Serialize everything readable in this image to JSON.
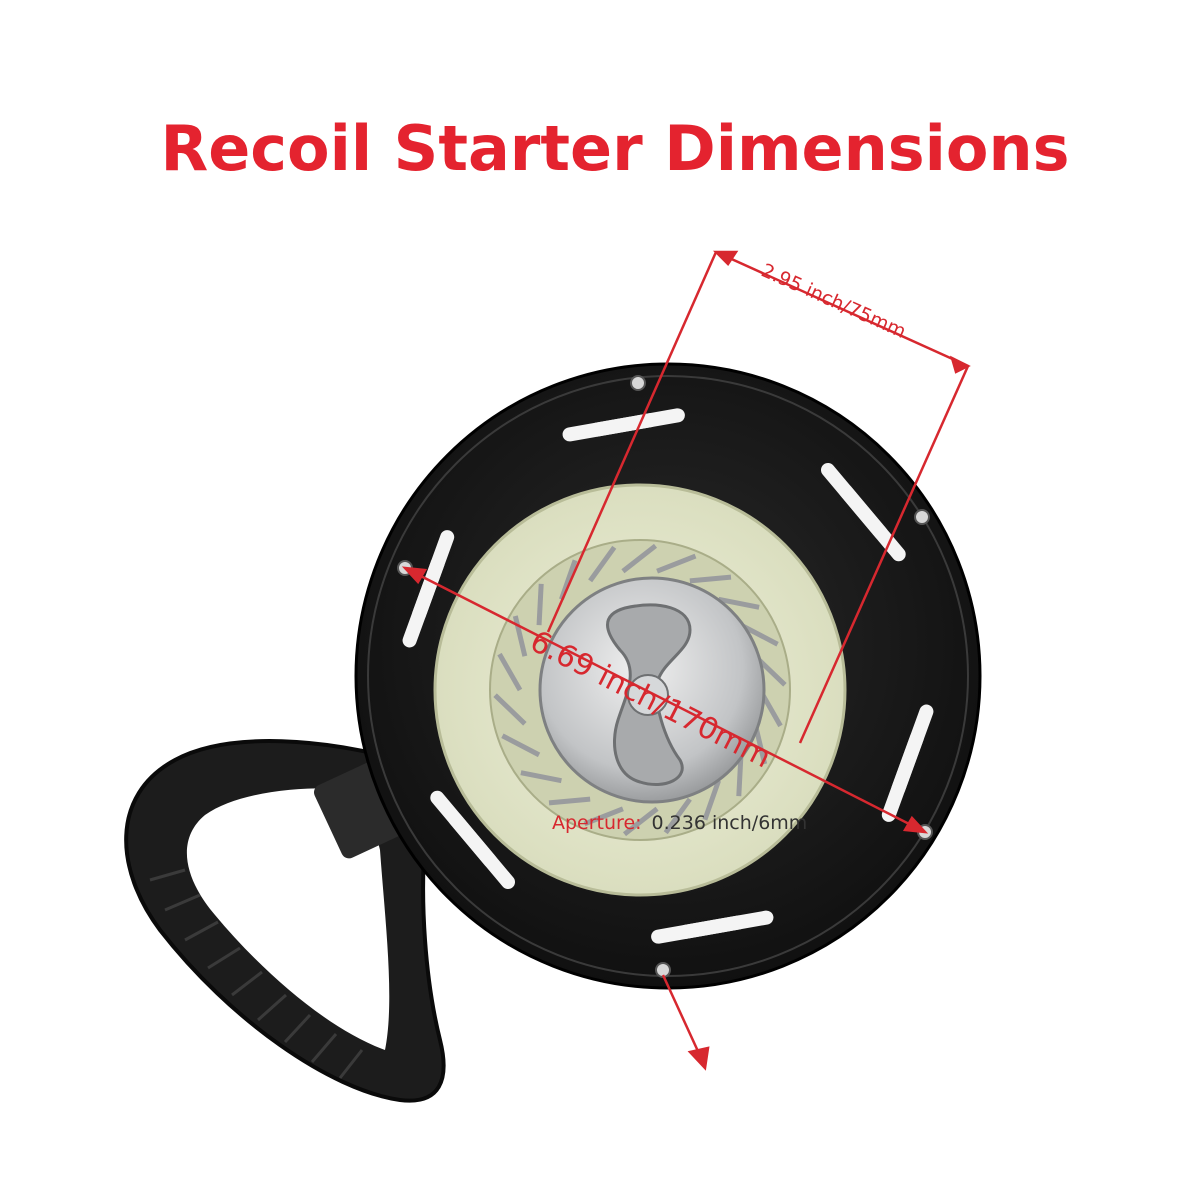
{
  "title": "Recoil Starter Dimensions",
  "dimensions": {
    "top_width": "2.95 inch/75mm",
    "diameter": "6.69 inch/170mm",
    "aperture_label": "Aperture:",
    "aperture_value": "0.236 inch/6mm"
  },
  "colors": {
    "accent": "#e4232f",
    "housing": "#1a1a1a",
    "pulley": "#e8ecd2",
    "hub": "#c4c6c8"
  }
}
